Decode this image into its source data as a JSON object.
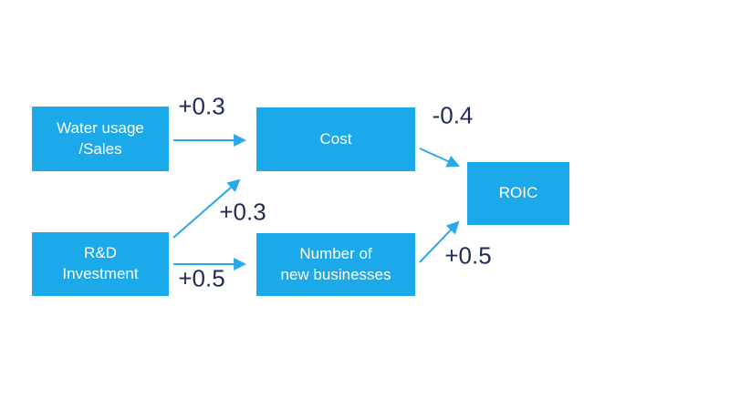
{
  "diagram": {
    "title": "",
    "colors": {
      "background": "#ffffff",
      "node_fill": "#1ba9ea",
      "node_text": "#ffffff",
      "arrow": "#2aa9e8",
      "edge_label": "#1f2b57"
    },
    "nodes": [
      {
        "id": "water-usage-sales",
        "label": "Water usage\n/Sales"
      },
      {
        "id": "rd-investment",
        "label": "R&D\nInvestment"
      },
      {
        "id": "cost",
        "label": "Cost"
      },
      {
        "id": "number-of-new-businesses",
        "label": "Number of\nnew businesses"
      },
      {
        "id": "roic",
        "label": "ROIC"
      }
    ],
    "edges": [
      {
        "from": "Water usage /Sales",
        "to": "Cost",
        "label": "+0.3"
      },
      {
        "from": "R&D Investment",
        "to": "Cost",
        "label": "+0.3"
      },
      {
        "from": "R&D Investment",
        "to": "Number of new businesses",
        "label": "+0.5"
      },
      {
        "from": "Cost",
        "to": "ROIC",
        "label": "-0.4"
      },
      {
        "from": "Number of new businesses",
        "to": "ROIC",
        "label": "+0.5"
      }
    ]
  }
}
